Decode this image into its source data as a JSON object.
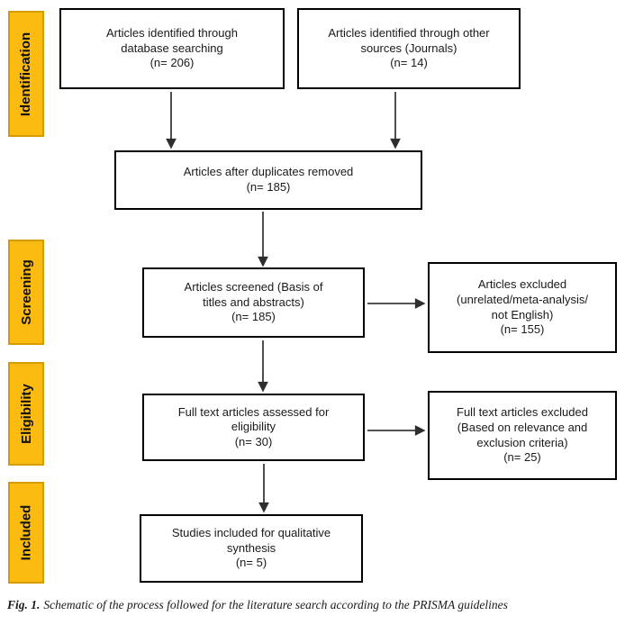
{
  "diagram": {
    "title": "PRISMA literature search flow diagram",
    "stages": [
      {
        "label": "Identification"
      },
      {
        "label": "Screening"
      },
      {
        "label": "Eligibility"
      },
      {
        "label": "Included"
      }
    ],
    "boxes": [
      {
        "id": "identified-database",
        "n": 206,
        "text": "Articles identified through\ndatabase searching\n(n= 206)"
      },
      {
        "id": "identified-other",
        "n": 14,
        "text": "Articles identified through other\nsources (Journals)\n(n= 14)"
      },
      {
        "id": "duplicates-removed",
        "n": 185,
        "text": "Articles after duplicates removed\n(n= 185)"
      },
      {
        "id": "screened",
        "n": 185,
        "text": "Articles screened (Basis of\ntitles and abstracts)\n(n= 185)"
      },
      {
        "id": "screening-excluded",
        "n": 155,
        "text": "Articles excluded\n(unrelated/meta-analysis/\nnot English)\n(n= 155)"
      },
      {
        "id": "fulltext-assessed",
        "n": 30,
        "text": "Full text articles assessed for\neligibility\n(n= 30)"
      },
      {
        "id": "fulltext-excluded",
        "n": 25,
        "text": "Full text articles excluded\n(Based on relevance and\nexclusion criteria)\n(n= 25)"
      },
      {
        "id": "included-qualitative",
        "n": 5,
        "text": "Studies included for qualitative\nsynthesis\n(n= 5)"
      }
    ]
  },
  "caption": {
    "label": "Fig. 1.",
    "text": "Schematic of the process followed for the literature search according to the PRISMA guidelines"
  },
  "colors": {
    "stage_fill": "#FBBB10",
    "stage_border": "#D59C00",
    "box_border": "#000000",
    "arrow": "#3B3B3B",
    "background": "#FFFFFF"
  }
}
